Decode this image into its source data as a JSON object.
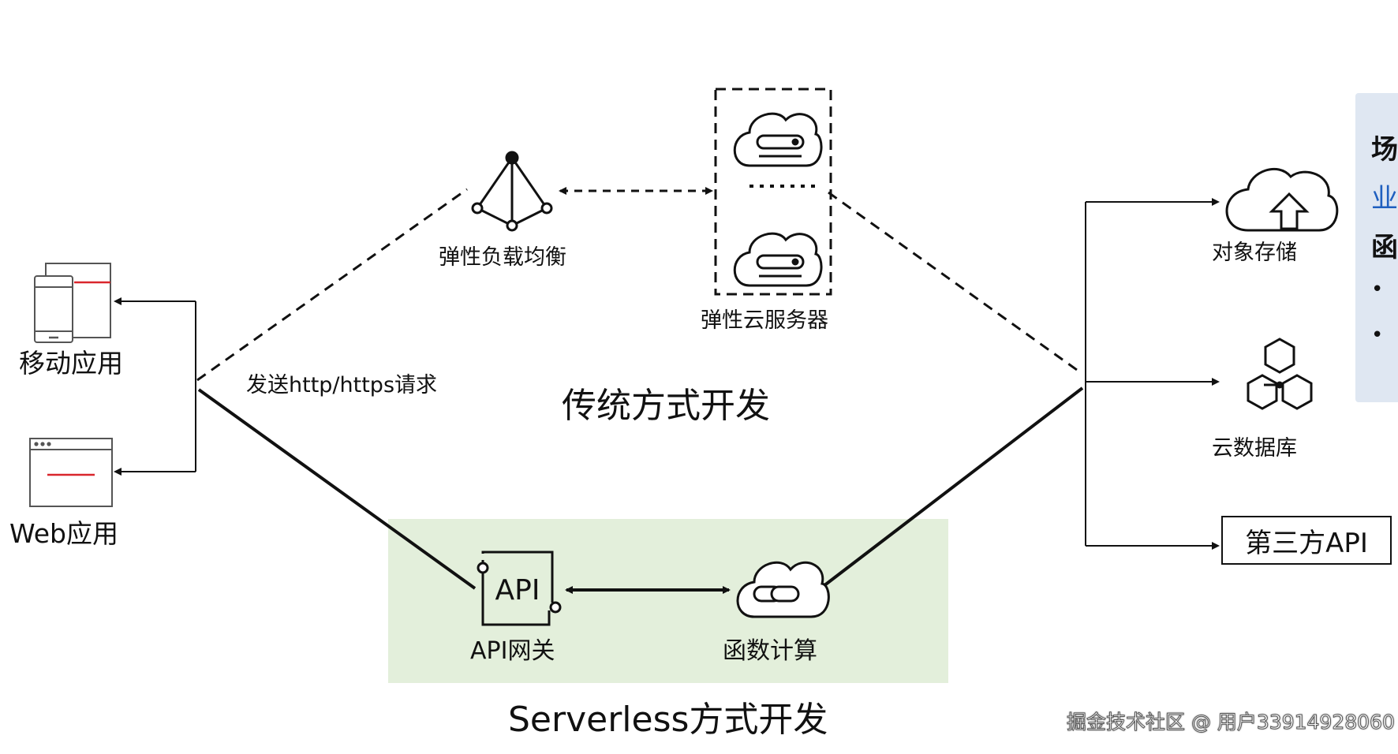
{
  "diagram": {
    "traditional_label": "传统方式开发",
    "serverless_label": "Serverless方式开发",
    "request_label": "发送http/https请求"
  },
  "nodes": {
    "mobile_app": "移动应用",
    "web_app": "Web应用",
    "load_balancer": "弹性负载均衡",
    "ecs": "弹性云服务器",
    "api_gateway": "API网关",
    "api_icon_text": "API",
    "function_compute": "函数计算",
    "object_storage": "对象存储",
    "cloud_database": "云数据库",
    "third_party_api": "第三方API"
  },
  "side_panel": {
    "line1": "场",
    "line2": "业",
    "line3": "函",
    "bullet1": "•",
    "bullet2": "•"
  },
  "watermark": "掘金技术社区 @ 用户33914928060",
  "colors": {
    "serverless_bg": "#e3efdb",
    "panel_bg": "#dfe7f2",
    "accent_red": "#d9262c"
  }
}
